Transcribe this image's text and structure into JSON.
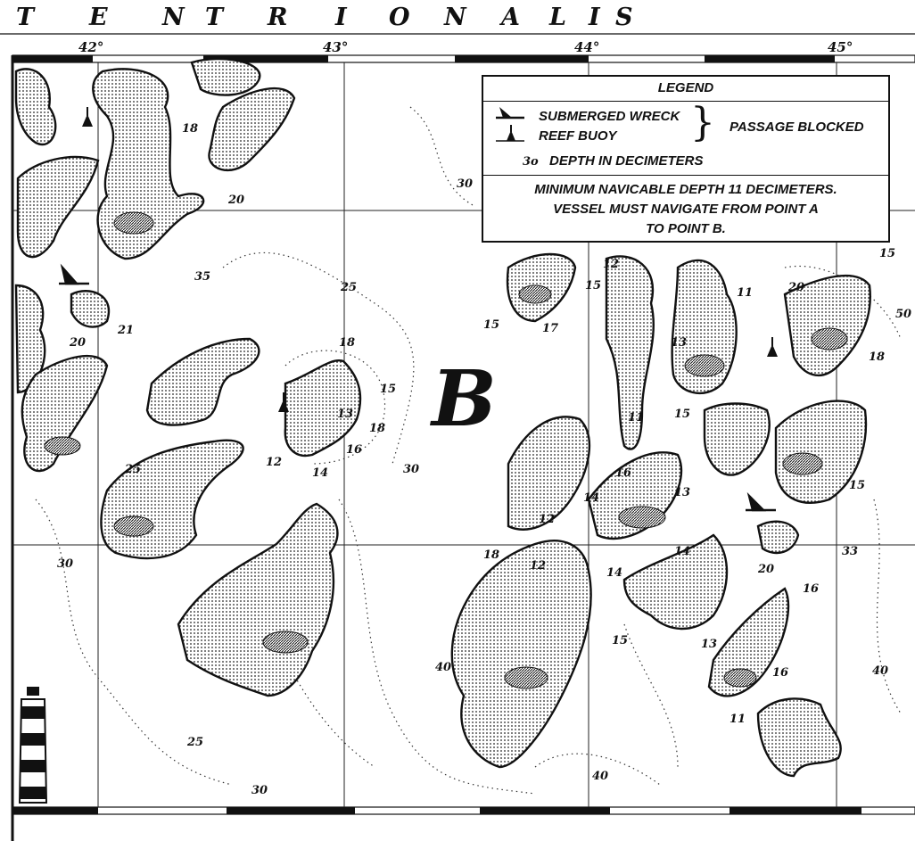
{
  "map": {
    "title_letters": [
      "T",
      "E",
      "N",
      "T",
      "R",
      "I",
      "O",
      "N",
      "A",
      "L",
      "I",
      "S"
    ],
    "longitudes": [
      "42°",
      "43°",
      "44°",
      "45°"
    ],
    "point_label": "B",
    "depth_soundings": [
      "18",
      "20",
      "35",
      "25",
      "21",
      "20",
      "18",
      "15",
      "13",
      "18",
      "16",
      "12",
      "14",
      "30",
      "25",
      "30",
      "25",
      "30",
      "40",
      "30",
      "12",
      "15",
      "15",
      "17",
      "11",
      "20",
      "15",
      "50",
      "13",
      "18",
      "11",
      "15",
      "16",
      "14",
      "13",
      "12",
      "15",
      "18",
      "12",
      "14",
      "14",
      "33",
      "20",
      "16",
      "15",
      "13",
      "40",
      "16",
      "40",
      "11"
    ]
  },
  "legend": {
    "title": "LEGEND",
    "wreck_label": "SUBMERGED WRECK",
    "buoy_label": "REEF BUOY",
    "blocked_label": "PASSAGE BLOCKED",
    "depth_marker": "3o",
    "depth_label": "DEPTH IN DECIMETERS",
    "note_line1": "MINIMUM NAVICABLE DEPTH 11 DECIMETERS.",
    "note_line2": "VESSEL MUST NAVIGATE FROM POINT A",
    "note_line3": "TO POINT B."
  },
  "icons": [
    "wreck-icon",
    "buoy-icon",
    "lighthouse-icon"
  ]
}
